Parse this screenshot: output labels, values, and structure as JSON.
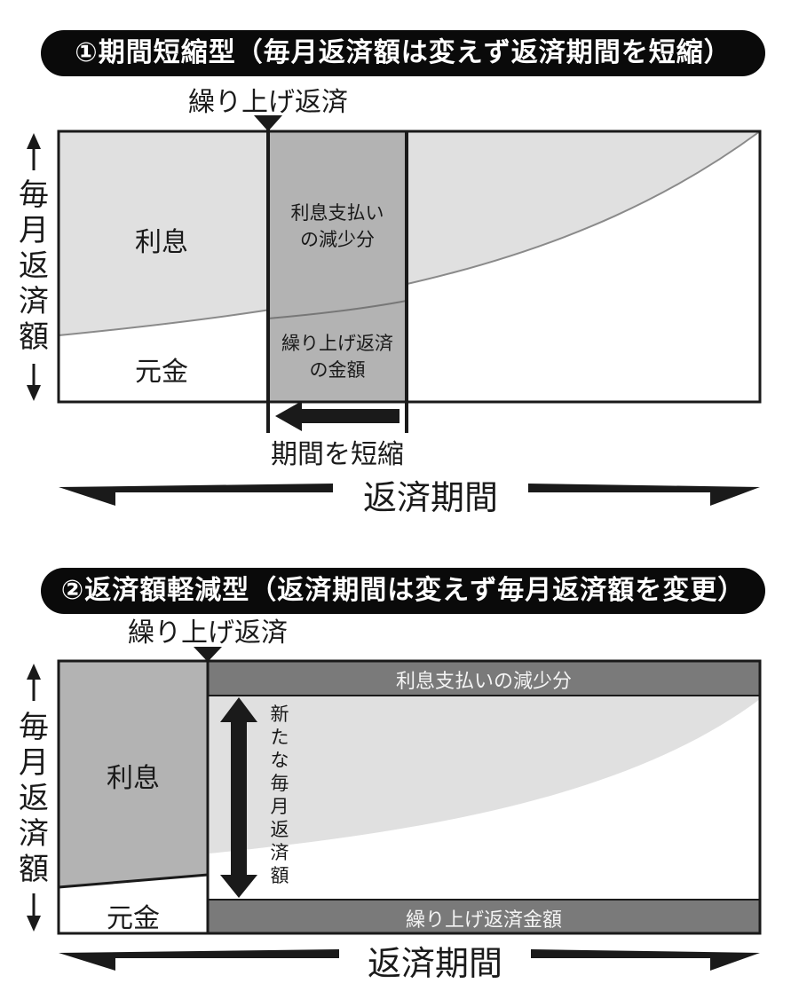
{
  "panel1": {
    "heading": "①期間短縮型（毎月返済額は変えず返済期間を短縮）",
    "prepay_label": "繰り上げ返済",
    "axis_label": [
      "毎",
      "月",
      "返",
      "済",
      "額"
    ],
    "interest_label": "利息",
    "principal_label": "元金",
    "interest_reduction": [
      "利息支払い",
      "の減少分"
    ],
    "prepay_amount": [
      "繰り上げ返済",
      "の金額"
    ],
    "shorten_label": "期間を短縮",
    "period_label": "返済期間"
  },
  "panel2": {
    "heading": "②返済額軽減型（返済期間は変えず毎月返済額を変更）",
    "prepay_label": "繰り上げ返済",
    "axis_label": [
      "毎",
      "月",
      "返",
      "済",
      "額"
    ],
    "interest_label": "利息",
    "principal_label": "元金",
    "interest_reduction_band": "利息支払いの減少分",
    "prepay_amount_band": "繰り上げ返済金額",
    "new_payment_label": [
      "新",
      "た",
      "な",
      "毎",
      "月",
      "返",
      "済",
      "額"
    ],
    "period_label": "返済期間"
  },
  "colors": {
    "pill_bg": "#0a0a0a",
    "interest_fill": "#e0e0e0",
    "highlight_fill": "#b3b3b3",
    "band_fill": "#7a7a7a",
    "line": "#1a1a1a"
  }
}
